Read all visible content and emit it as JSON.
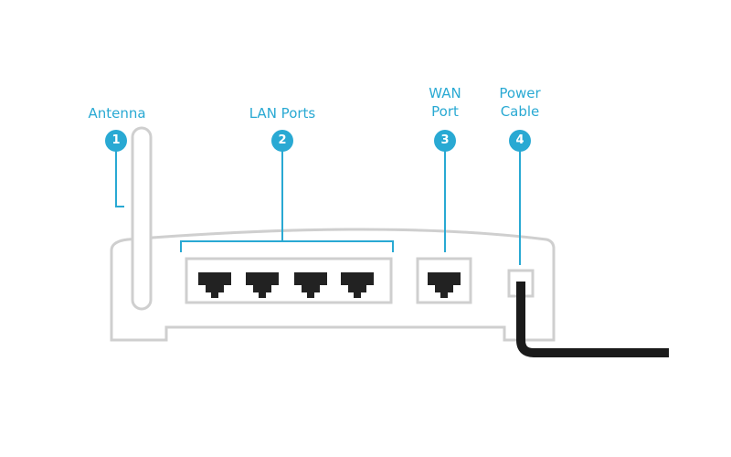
{
  "labels": [
    {
      "id": "antenna",
      "text": "Antenna",
      "number": "1"
    },
    {
      "id": "lan-ports",
      "text": "LAN Ports",
      "number": "2"
    },
    {
      "id": "wan-port",
      "line1": "WAN",
      "line2": "Port",
      "number": "3"
    },
    {
      "id": "power-cable",
      "line1": "Power",
      "line2": "Cable",
      "number": "4"
    }
  ],
  "colors": {
    "accent": "#29a9d3",
    "outline": "#cfcfcf",
    "port": "#222222",
    "cable": "#1a1a1a"
  },
  "icons": [
    "antenna-icon",
    "lan-port-icon",
    "wan-port-icon",
    "power-socket-icon",
    "power-cable-icon"
  ]
}
